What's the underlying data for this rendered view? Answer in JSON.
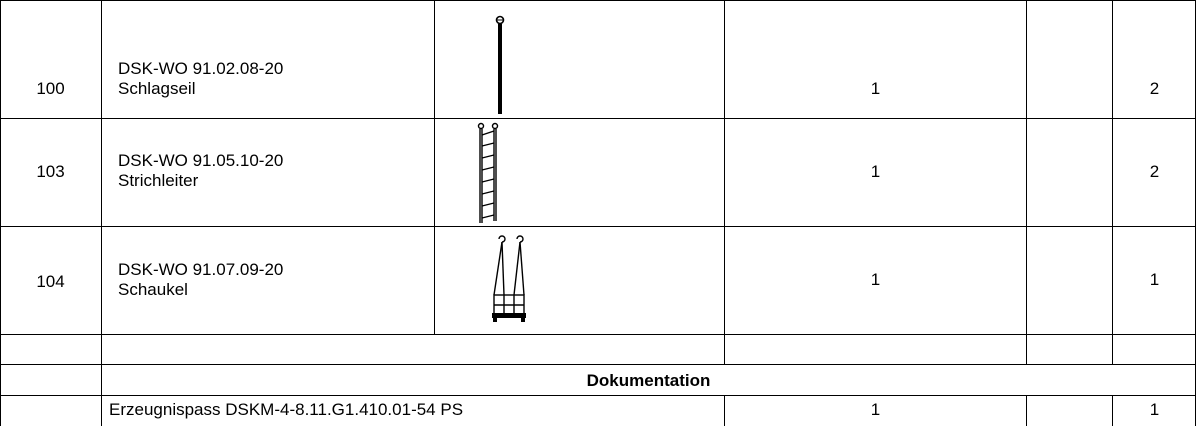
{
  "rows": [
    {
      "pos": "100",
      "code": "DSK-WO 91.02.08-20",
      "name": "Schlagseil",
      "illustration": "rope-icon",
      "qty": "1",
      "col5": "",
      "total": "2"
    },
    {
      "pos": "103",
      "code": "DSK-WO 91.05.10-20",
      "name": "Strichleiter",
      "illustration": "rope-ladder-icon",
      "qty": "1",
      "col5": "",
      "total": "2"
    },
    {
      "pos": "104",
      "code": "DSK-WO 91.07.09-20",
      "name": "Schaukel",
      "illustration": "swing-icon",
      "qty": "1",
      "col5": "",
      "total": "1"
    }
  ],
  "section": {
    "title": "Dokumentation"
  },
  "doc_row": {
    "pos": "",
    "name": "Erzeugnispass DSKM-4-8.11.G1.410.01-54 PS",
    "qty": "1",
    "col5": "",
    "total": "1"
  }
}
